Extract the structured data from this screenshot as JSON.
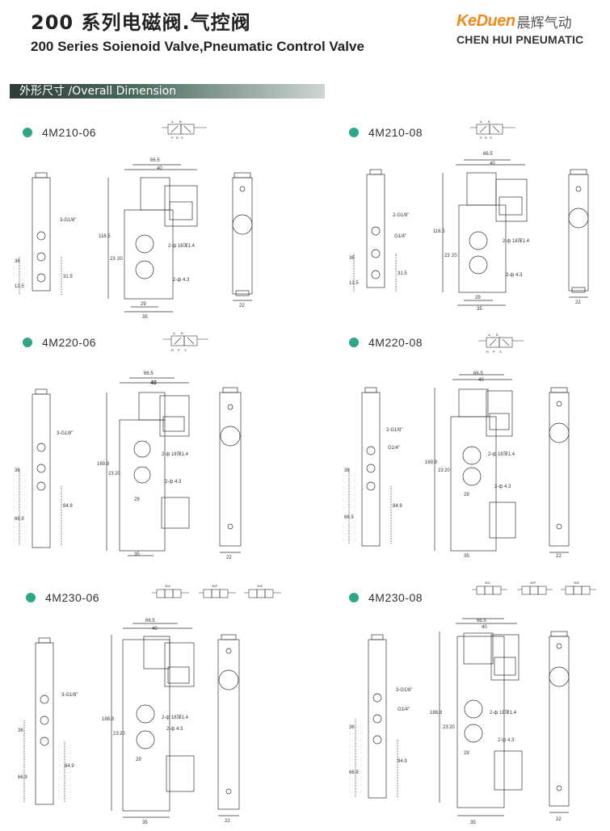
{
  "header": {
    "title_cn": "200 系列电磁阀.气控阀",
    "title_en": "200 Series Soienoid Valve,Pneumatic Control Valve"
  },
  "brand": {
    "name": "KeDuen",
    "name_cn": "晨辉气动",
    "tagline": "CHEN HUI PNEUMATIC",
    "colors": {
      "accent": "#f08a1c",
      "dot": "#2fa58a",
      "bar": "#2f3b35"
    }
  },
  "section": {
    "title": "外形尺寸 /Overall Dimension"
  },
  "models": [
    {
      "name": "4M210-06",
      "port": "3-G1/8\"",
      "port2": "",
      "dims": {
        "w": "66.5",
        "inner": "40",
        "h": "116.5",
        "a": "23",
        "b": "20",
        "c": "36",
        "d": "13.5",
        "e": "31.5",
        "base1": "29",
        "base2": "35",
        "side": "22",
        "hole1": "2-ф 18深1.4",
        "hole2": "2-ф 4.3"
      },
      "symbol_labels": [
        "A",
        "B",
        "P",
        "R",
        "S"
      ]
    },
    {
      "name": "4M210-08",
      "port": "2-G1/8\"",
      "port2": "G1/4\"",
      "dims": {
        "w": "66.5",
        "inner": "40",
        "h": "116.5",
        "a": "23",
        "b": "20",
        "c": "36",
        "d": "13.5",
        "e": "31.5",
        "base1": "29",
        "base2": "35",
        "side": "22",
        "hole1": "2-ф 18深1.4",
        "hole2": "2-ф 4.3"
      },
      "symbol_labels": [
        "A",
        "B",
        "P",
        "R",
        "S"
      ]
    },
    {
      "name": "4M220-06",
      "port": "3-G1/8\"",
      "port2": "",
      "dims": {
        "w": "66.5",
        "inner": "40",
        "h": "169.8",
        "a": "23",
        "b": "20",
        "c": "36",
        "d": "66.9",
        "e": "84.9",
        "base1": "29",
        "base2": "35",
        "side": "22",
        "hole1": "2-ф 18深1.4",
        "hole2": "2-ф 4.3"
      },
      "symbol_labels": [
        "A",
        "B",
        "R",
        "P",
        "S"
      ]
    },
    {
      "name": "4M220-08",
      "port": "2-G1/8\"",
      "port2": "G1/4\"",
      "dims": {
        "w": "66.5",
        "inner": "40",
        "h": "169.8",
        "a": "23",
        "b": "20",
        "c": "36",
        "d": "66.9",
        "e": "84.9",
        "base1": "29",
        "base2": "35",
        "side": "22",
        "hole1": "2-ф 18深1.4",
        "hole2": "2-ф 4.3"
      },
      "symbol_labels": [
        "A",
        "B",
        "R",
        "P",
        "S"
      ]
    },
    {
      "name": "4M230-06",
      "port": "3-G1/8\"",
      "port2": "",
      "dims": {
        "w": "66.5",
        "inner": "40",
        "h": "188.8",
        "a": "23",
        "b": "20",
        "c": "36",
        "d": "66.9",
        "e": "84.9",
        "base1": "29",
        "base2": "35",
        "side": "22",
        "hole1": "2-ф 18深1.4",
        "hole2": "2-ф 4.3"
      },
      "symbol_labels": [
        "30C",
        "30P",
        "30E"
      ]
    },
    {
      "name": "4M230-08",
      "port": "3-G1/8\"",
      "port2": "G1/4\"",
      "dims": {
        "w": "66.5",
        "inner": "40",
        "h": "188.8",
        "a": "23",
        "b": "20",
        "c": "36",
        "d": "66.9",
        "e": "84.9",
        "base1": "29",
        "base2": "35",
        "side": "22",
        "hole1": "2-ф 18深1.4",
        "hole2": "2-ф 4.3"
      },
      "symbol_labels": [
        "30C",
        "30P",
        "30E"
      ]
    }
  ]
}
